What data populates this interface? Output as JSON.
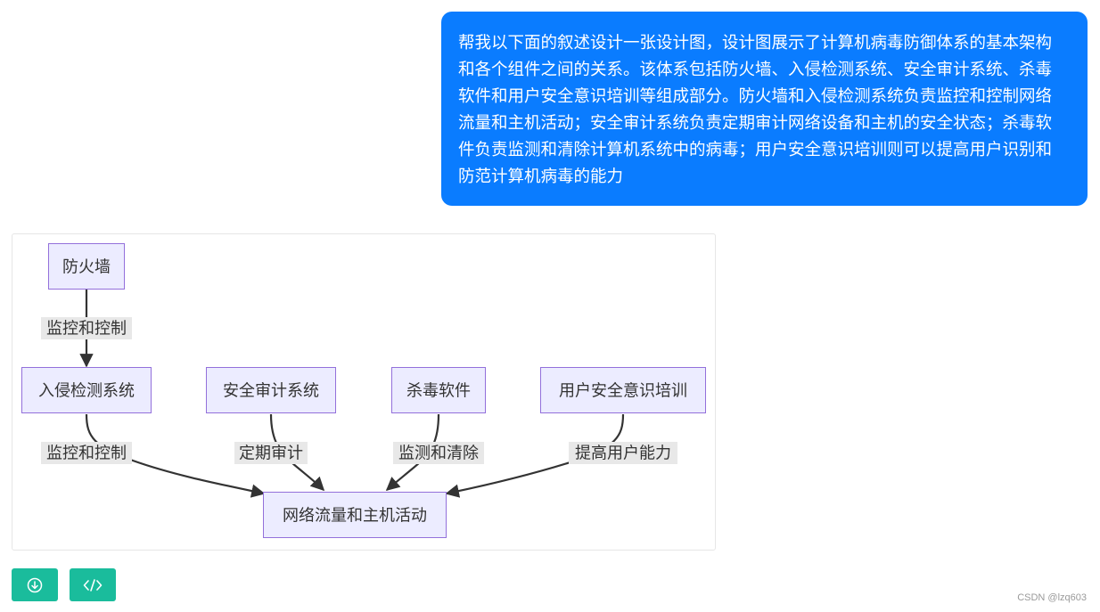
{
  "chat": {
    "message_lines": [
      "帮我以下面的叙述设计一张设计图，设计图展示了计算机病毒防御体系的基本架构",
      "和各个组件之间的关系。该体系包括防火墙、入侵检测系统、安全审计系统、杀毒",
      "软件和用户安全意识培训等组成部分。防火墙和入侵检测系统负责监控和控制网络",
      "流量和主机活动；安全审计系统负责定期审计网络设备和主机的安全状态；杀毒软",
      "件负责监测和清除计算机系统中的病毒；用户安全意识培训则可以提高用户识别和",
      "防范计算机病毒的能力"
    ],
    "bubble_color": "#0a7cff"
  },
  "diagram": {
    "nodes": {
      "firewall": "防火墙",
      "ids": "入侵检测系统",
      "audit": "安全审计系统",
      "antivirus": "杀毒软件",
      "training": "用户安全意识培训",
      "target": "网络流量和主机活动"
    },
    "edges": {
      "firewall_to_ids": "监控和控制",
      "ids_to_target": "监控和控制",
      "audit_to_target": "定期审计",
      "antivirus_to_target": "监测和清除",
      "training_to_target": "提高用户能力"
    },
    "node_fill": "#ececff",
    "node_stroke": "#9370db"
  },
  "toolbar": {
    "download_icon": "download-icon",
    "code_icon": "code-icon",
    "button_color": "#1abc9c"
  },
  "watermark": "CSDN @lzq603"
}
